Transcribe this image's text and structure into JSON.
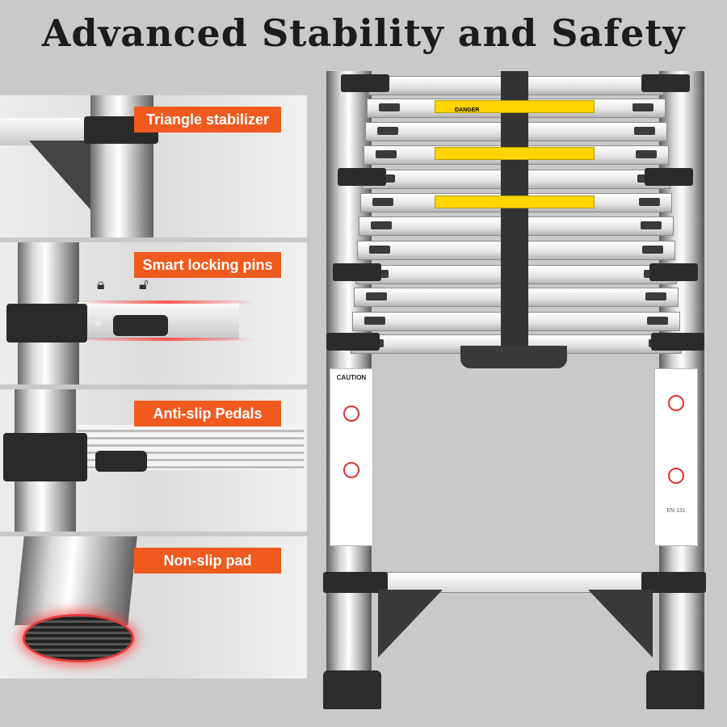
{
  "title": "Advanced Stability and Safety",
  "features": [
    {
      "label": "Triangle stabilizer"
    },
    {
      "label": "Smart locking pins"
    },
    {
      "label": "Anti-slip Pedals"
    },
    {
      "label": "Non-slip pad"
    }
  ],
  "stickers": {
    "caution": "CAUTION",
    "danger": "DANGER",
    "standard": "EN 131"
  },
  "colors": {
    "accent": "#f05a1f",
    "background": "#c9c9c9",
    "dark": "#2b2b2b"
  },
  "icons": [
    "lock-icon",
    "unlock-icon",
    "lock-icon"
  ]
}
